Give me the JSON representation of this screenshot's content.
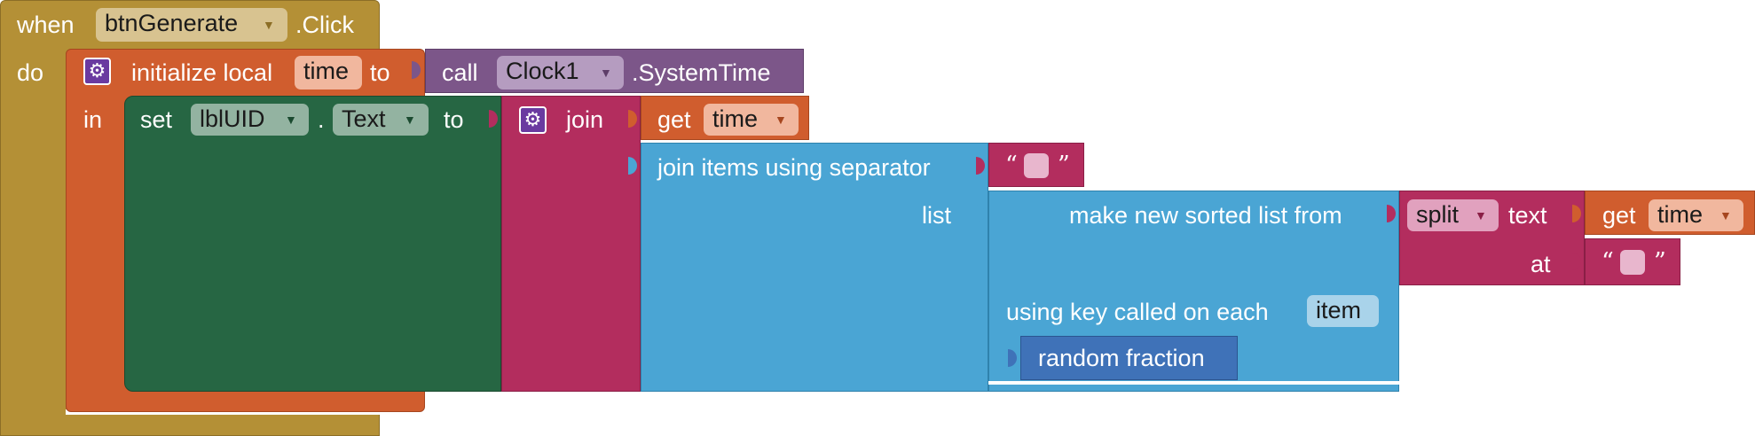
{
  "event": {
    "when": "when",
    "component": "btnGenerate",
    "event_name": ".Click",
    "do": "do"
  },
  "init_local": {
    "label": "initialize local",
    "var_name": "time",
    "to": "to",
    "in": "in"
  },
  "call_block": {
    "call": "call",
    "component": "Clock1",
    "method": ".SystemTime"
  },
  "set_block": {
    "set": "set",
    "component": "lblUID",
    "dot": ".",
    "property": "Text",
    "to": "to"
  },
  "join_block": {
    "label": "join"
  },
  "get_time_1": {
    "get": "get",
    "var_name": "time"
  },
  "join_items": {
    "label": "join items using separator",
    "list": "list"
  },
  "sep_text": {
    "open_quote": "“",
    "close_quote": "”",
    "value": ""
  },
  "sorted_list": {
    "label": "make new sorted list from",
    "key_label": "using key called on each",
    "item": "item"
  },
  "split_block": {
    "mode": "split",
    "text": "text",
    "at": "at"
  },
  "get_time_2": {
    "get": "get",
    "var_name": "time"
  },
  "at_text": {
    "open_quote": "“",
    "close_quote": "”",
    "value": ""
  },
  "random_block": {
    "label": "random fraction"
  },
  "colors": {
    "event": "#b49036",
    "variables": "#d05d2e",
    "component_method": "#7c5689",
    "component_set": "#266643",
    "text": "#b32d5e",
    "lists": "#4aa5d4",
    "math": "#3f72b8"
  }
}
